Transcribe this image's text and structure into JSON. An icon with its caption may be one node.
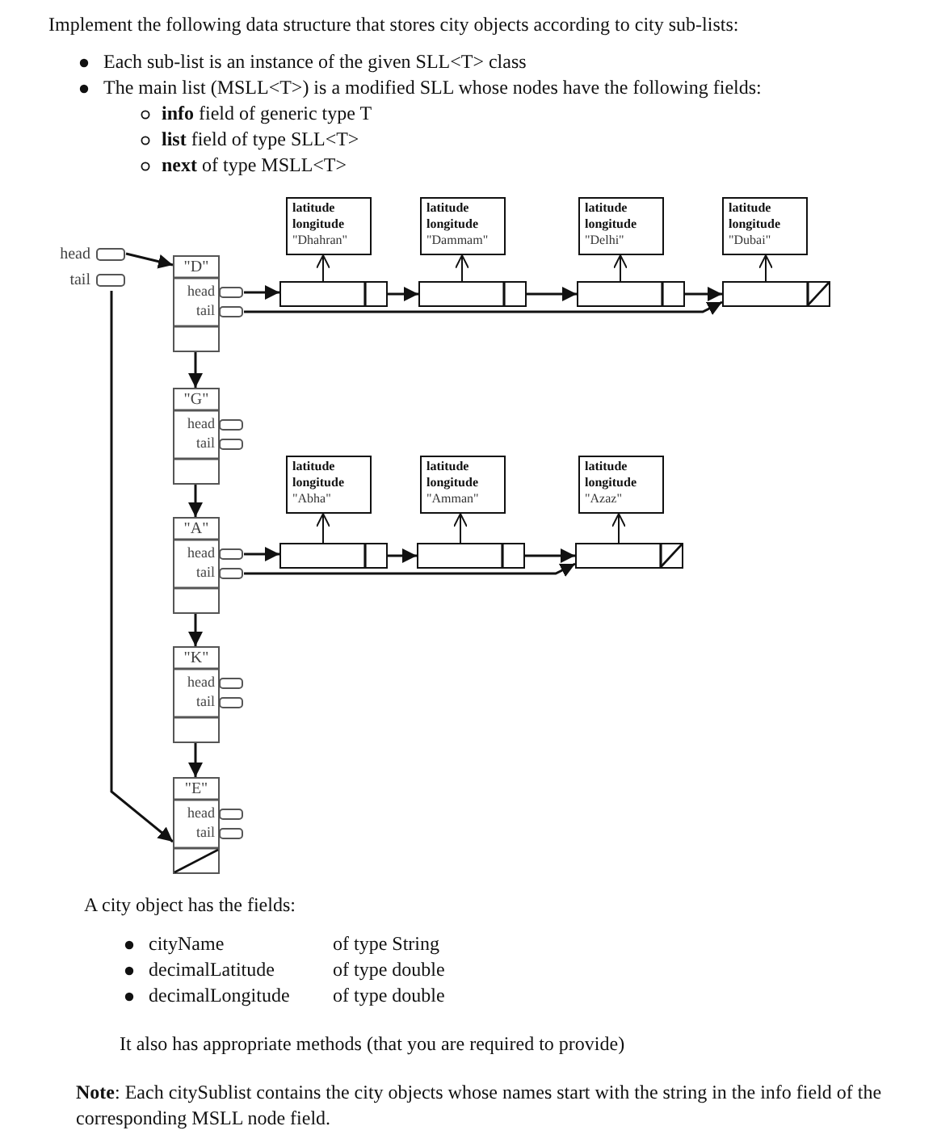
{
  "diagram": {
    "nodes": [
      {
        "text": [
          "head"
        ]
      },
      {
        "text": [
          "tail"
        ]
      },
      {
        "text": [
          "latitude",
          "longitude",
          "\"Dhahran\""
        ]
      },
      {
        "text": [
          "latitude",
          "longitude",
          "\"Dammam\""
        ]
      },
      {
        "text": [
          "latitude",
          "longitude",
          "\"Delhi\""
        ]
      },
      {
        "text": [
          "latitude",
          "longitude",
          "\"Dubai\""
        ]
      },
      {
        "text": [
          "\"D\"",
          "head",
          "tail"
        ]
      },
      {
        "text": [],
        "shape": "box"
      },
      {
        "text": [],
        "shape": "box"
      },
      {
        "text": [],
        "shape": "box"
      },
      {
        "text": [],
        "shape": "box"
      },
      {
        "text": [
          "\"G\"",
          "head",
          "tail"
        ]
      },
      {
        "text": [
          "latitude",
          "longitude",
          "\"Abha\""
        ]
      },
      {
        "text": [
          "latitude",
          "longitude",
          "\"Amman\""
        ]
      },
      {
        "text": [
          "latitude",
          "longitude",
          "\"Azaz\""
        ]
      },
      {
        "text": [
          "\"A\"",
          "head",
          "tail"
        ]
      },
      {
        "text": [],
        "shape": "box"
      },
      {
        "text": [],
        "shape": "box"
      },
      {
        "text": [],
        "shape": "box"
      },
      {
        "text": [
          "\"K\"",
          "head",
          "tail"
        ]
      },
      {
        "text": [
          "\"E\"",
          "head",
          "tail"
        ]
      }
    ],
    "edges": [
      {
        "from": 0,
        "to": 6,
        "arrow": "to"
      },
      {
        "from": 1,
        "to": 20,
        "arrow": "to"
      },
      {
        "from": 6,
        "to": 7,
        "arrow": "to"
      },
      {
        "from": 7,
        "to": 8,
        "arrow": "to"
      },
      {
        "from": 8,
        "to": 9,
        "arrow": "to"
      },
      {
        "from": 9,
        "to": 10,
        "arrow": "to"
      },
      {
        "from": 6,
        "to": 10,
        "arrow": "to"
      },
      {
        "from": 7,
        "to": 2,
        "arrow": "to"
      },
      {
        "from": 8,
        "to": 3,
        "arrow": "to"
      },
      {
        "from": 9,
        "to": 4,
        "arrow": "to"
      },
      {
        "from": 10,
        "to": 5,
        "arrow": "to"
      },
      {
        "from": 6,
        "to": 11,
        "arrow": "to"
      },
      {
        "from": 11,
        "to": 15,
        "arrow": "to"
      },
      {
        "from": 15,
        "to": 16,
        "arrow": "to"
      },
      {
        "from": 16,
        "to": 17,
        "arrow": "to"
      },
      {
        "from": 17,
        "to": 18,
        "arrow": "to"
      },
      {
        "from": 15,
        "to": 18,
        "arrow": "to"
      },
      {
        "from": 16,
        "to": 12,
        "arrow": "to"
      },
      {
        "from": 17,
        "to": 13,
        "arrow": "to"
      },
      {
        "from": 18,
        "to": 14,
        "arrow": "to"
      },
      {
        "from": 15,
        "to": 19,
        "arrow": "to"
      },
      {
        "from": 19,
        "to": 20,
        "arrow": "to"
      }
    ],
    "labels": [
      "Implement the following data structure that stores city objects according to city sub-lists:",
      "Each sub-list is an instance of the given SLL<T> class",
      "The main list (MSLL<T>) is a modified SLL whose nodes have the following fields:",
      "**info** field of generic type T",
      "**list** field of type SLL<T>",
      "**next** of type MSLL<T>",
      "A city object has the fields:",
      "cityName",
      "of type String",
      "decimalLatitude",
      "of type double",
      "decimalLongitude",
      "of type double",
      "It also has appropriate methods (that you are required to provide)",
      "**Note**: Each citySublist contains the city objects whose names start with the string in the info field of the corresponding MSLL node field."
    ]
  }
}
